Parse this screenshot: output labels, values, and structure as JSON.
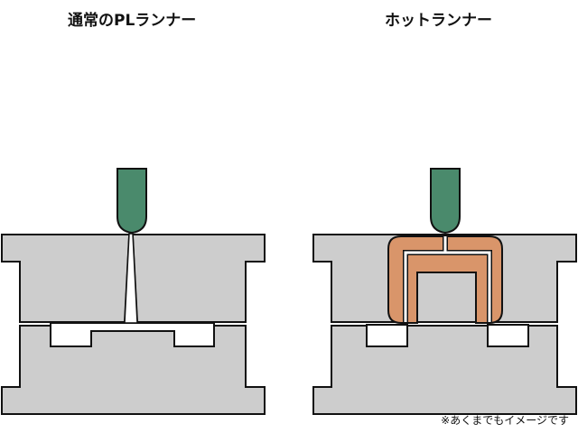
{
  "titles": {
    "left": "通常のPLランナー",
    "right": "ホットランナー"
  },
  "note": "※あくまでもイメージです",
  "colors": {
    "mold": "#cdcdcd",
    "nozzle": "#4a8a6c",
    "hot_runner": "#d9956a",
    "outline": "#111111",
    "cavity": "#ffffff"
  }
}
